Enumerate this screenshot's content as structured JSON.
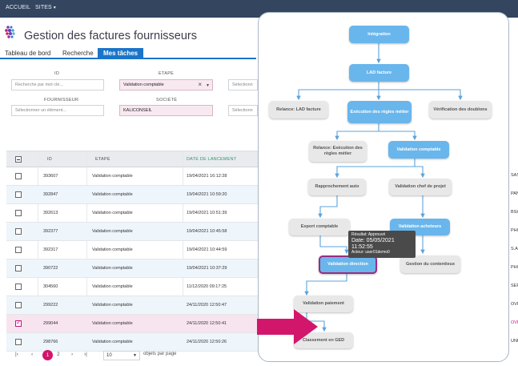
{
  "topbar": {
    "nav": [
      "ACCUEIL",
      "SITES"
    ],
    "sites_caret": "▾"
  },
  "app": {
    "title": "Gestion des factures fournisseurs"
  },
  "tabs": [
    {
      "label": "Tableau de bord",
      "active": false
    },
    {
      "label": "Recherche",
      "active": false
    },
    {
      "label": "Mes tâches",
      "active": true
    }
  ],
  "filters": {
    "id": {
      "label": "ID",
      "placeholder": "Recherche par mot clé..."
    },
    "etape": {
      "label": "ETAPE",
      "value": "Validation comptable"
    },
    "third": {
      "placeholder": "Sélectionn"
    },
    "fournisseur": {
      "label": "FOURNISSEUR",
      "placeholder": "Sélectionner un élément..."
    },
    "societe": {
      "label": "SOCIÉTÉ",
      "value": "KALICONSEIL"
    },
    "sixth": {
      "placeholder": "Sélectionn"
    }
  },
  "table": {
    "columns": [
      "ID",
      "ETAPE",
      "DATE DE LANCEMENT"
    ],
    "rows": [
      {
        "id": "393607",
        "etape": "Validation comptable",
        "date": "19/04/2021 16:12:28",
        "right": "SAS"
      },
      {
        "id": "392847",
        "etape": "Validation comptable",
        "date": "19/04/2021 10:59:20",
        "right": "PAN"
      },
      {
        "id": "392613",
        "etape": "Validation comptable",
        "date": "19/04/2021 10:51:39",
        "right": "BSH"
      },
      {
        "id": "392377",
        "etape": "Validation comptable",
        "date": "19/04/2021 10:45:58",
        "right": "PHO"
      },
      {
        "id": "392317",
        "etape": "Validation comptable",
        "date": "19/04/2021 10:44:59",
        "right": "S.A"
      },
      {
        "id": "390722",
        "etape": "Validation comptable",
        "date": "19/04/2021 10:37:29",
        "right": "PHO"
      },
      {
        "id": "304560",
        "etape": "Validation comptable",
        "date": "11/12/2020 09:17:25",
        "right": "SEP"
      },
      {
        "id": "299222",
        "etape": "Validation comptable",
        "date": "24/11/2020 12:50:47",
        "right": "OVH"
      },
      {
        "id": "299044",
        "etape": "Validation comptable",
        "date": "24/11/2020 12:50:41",
        "right": "OVH",
        "selected": true
      },
      {
        "id": "298766",
        "etape": "Validation comptable",
        "date": "24/11/2020 12:50:26",
        "right": "UNI"
      }
    ]
  },
  "pager": {
    "pages": [
      "1",
      "2"
    ],
    "current": "1",
    "page_size": "10",
    "per_page_label": "objets par page"
  },
  "workflow": {
    "nodes": {
      "integration": "Intégration",
      "lad_facture": "LAD facture",
      "relance_lad": "Relance: LAD facture",
      "execution_regles": "Exécution des règles métier",
      "verification_doublons": "Vérification des doublons",
      "relance_execution": "Relance: Exécution des règles métier",
      "validation_comptable": "Validation comptable",
      "rapprochement_auto": "Rapprochement auto",
      "validation_chef_projet": "Validation chef de projet",
      "export_comptable": "Export comptable",
      "validation_acheteurs": "Validation acheteurs",
      "validation_direction": "Validation direction",
      "gestion_contentieux": "Gestion du contentieux",
      "validation_paiement": "Validation paiement",
      "classement_ged": "Classement en GED"
    },
    "tooltip": {
      "resultat": "Résultat: Approuvé",
      "date": "Date: 05/05/2021 11:52:55",
      "acteur": "Acteur: user01demo0"
    }
  },
  "colors": {
    "topbar": "#33455f",
    "accent": "#1b74c9",
    "pink": "#d2166c",
    "node_blue": "#69b6ec",
    "node_grey": "#e8e8e8",
    "active_border": "#9b2c80"
  }
}
